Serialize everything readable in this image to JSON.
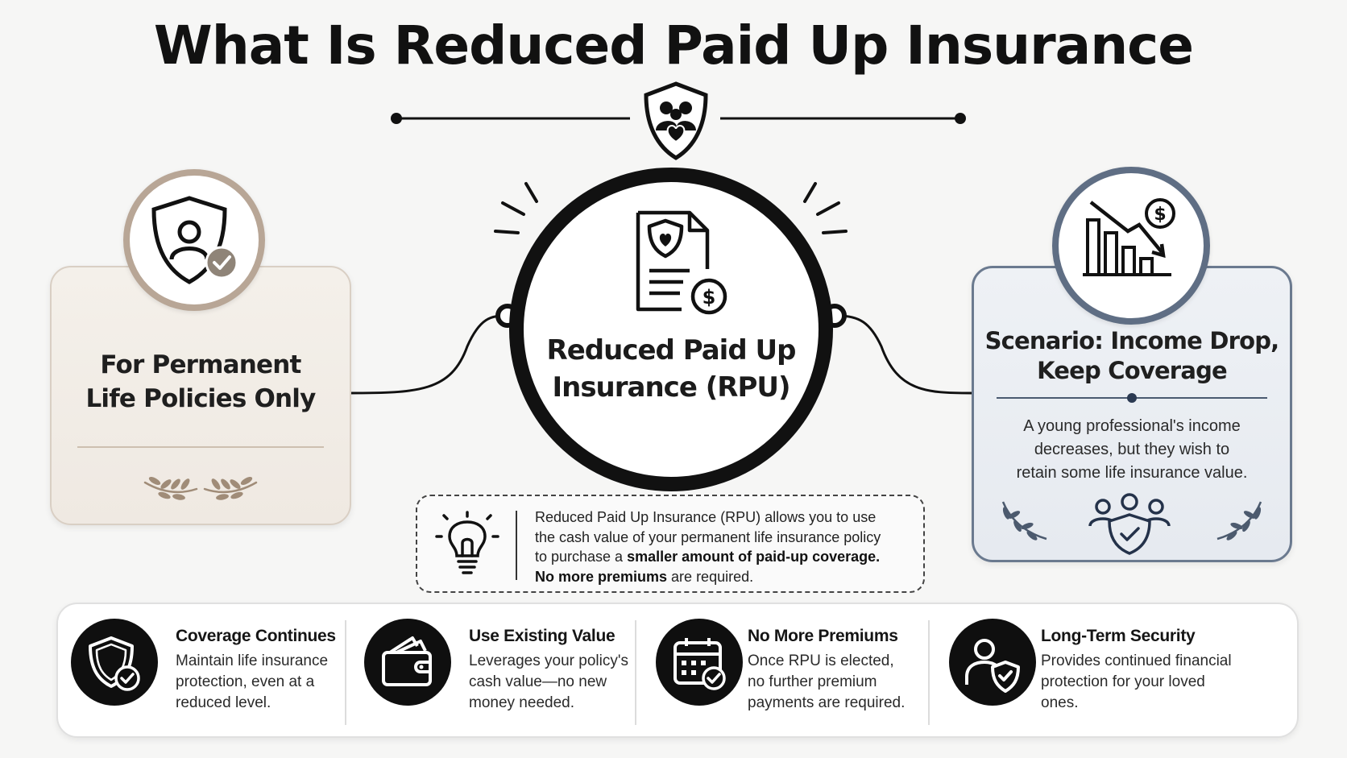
{
  "title": "What Is Reduced Paid Up Insurance",
  "center": {
    "title_line1": "Reduced Paid Up",
    "title_line2": "Insurance (RPU)"
  },
  "left_card": {
    "title_line1": "For Permanent",
    "title_line2": "Life Policies Only"
  },
  "right_card": {
    "title_line1": "Scenario: Income Drop,",
    "title_line2": "Keep Coverage",
    "desc_line1": "A young professional's income",
    "desc_line2": "decreases, but they wish to",
    "desc_line3": "retain some life insurance value."
  },
  "info": {
    "line1": "Reduced Paid Up Insurance (RPU) allows you to use",
    "line2": "the cash value of your permanent life insurance policy",
    "line3_pre": "to purchase a ",
    "line3_bold": "smaller amount of paid-up coverage.",
    "line4_bold": "No more premiums",
    "line4_post": " are required."
  },
  "features": [
    {
      "title": "Coverage Continues",
      "desc_line1": "Maintain life insurance",
      "desc_line2": "protection, even at a",
      "desc_line3": "reduced level.",
      "icon": "shield-check-icon"
    },
    {
      "title": "Use Existing Value",
      "desc_line1": "Leverages your policy's",
      "desc_line2": "cash value—no new",
      "desc_line3": "money needed.",
      "icon": "wallet-icon"
    },
    {
      "title": "No More Premiums",
      "desc_line1": "Once RPU is elected,",
      "desc_line2": "no further premium",
      "desc_line3": "payments are required.",
      "icon": "calendar-check-icon"
    },
    {
      "title": "Long-Term Security",
      "desc_line1": "Provides continued financial",
      "desc_line2": "protection for your loved",
      "desc_line3": "ones.",
      "icon": "person-shield-icon"
    }
  ],
  "colors": {
    "left_accent": "#b8a696",
    "right_accent": "#5f6e84",
    "center_ring": "#111111",
    "feature_icon_bg": "#0f0f0f"
  }
}
